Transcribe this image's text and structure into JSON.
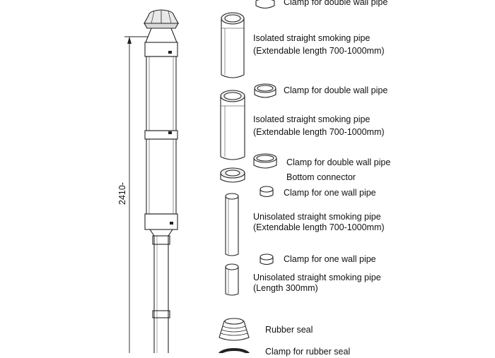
{
  "dimension": {
    "text": "2410-"
  },
  "parts": [
    {
      "label": "Clamp for double wall pipe"
    },
    {
      "label": "Isolated straight smoking pipe",
      "sublabel": "(Extendable length 700-1000mm)"
    },
    {
      "label": "Clamp for double wall pipe"
    },
    {
      "label": "Isolated straight smoking pipe",
      "sublabel": "(Extendable length 700-1000mm)"
    },
    {
      "label": "Clamp for double wall pipe"
    },
    {
      "label": "Bottom connector"
    },
    {
      "label": "Clamp for one wall pipe"
    },
    {
      "label": "Unisolated straight smoking pipe",
      "sublabel": "(Extendable length 700-1000mm)"
    },
    {
      "label": "Clamp for one wall pipe"
    },
    {
      "label": "Unisolated straight smoking pipe",
      "sublabel": "(Length 300mm)"
    },
    {
      "label": "Rubber seal"
    },
    {
      "label": "Clamp for rubber seal"
    }
  ]
}
